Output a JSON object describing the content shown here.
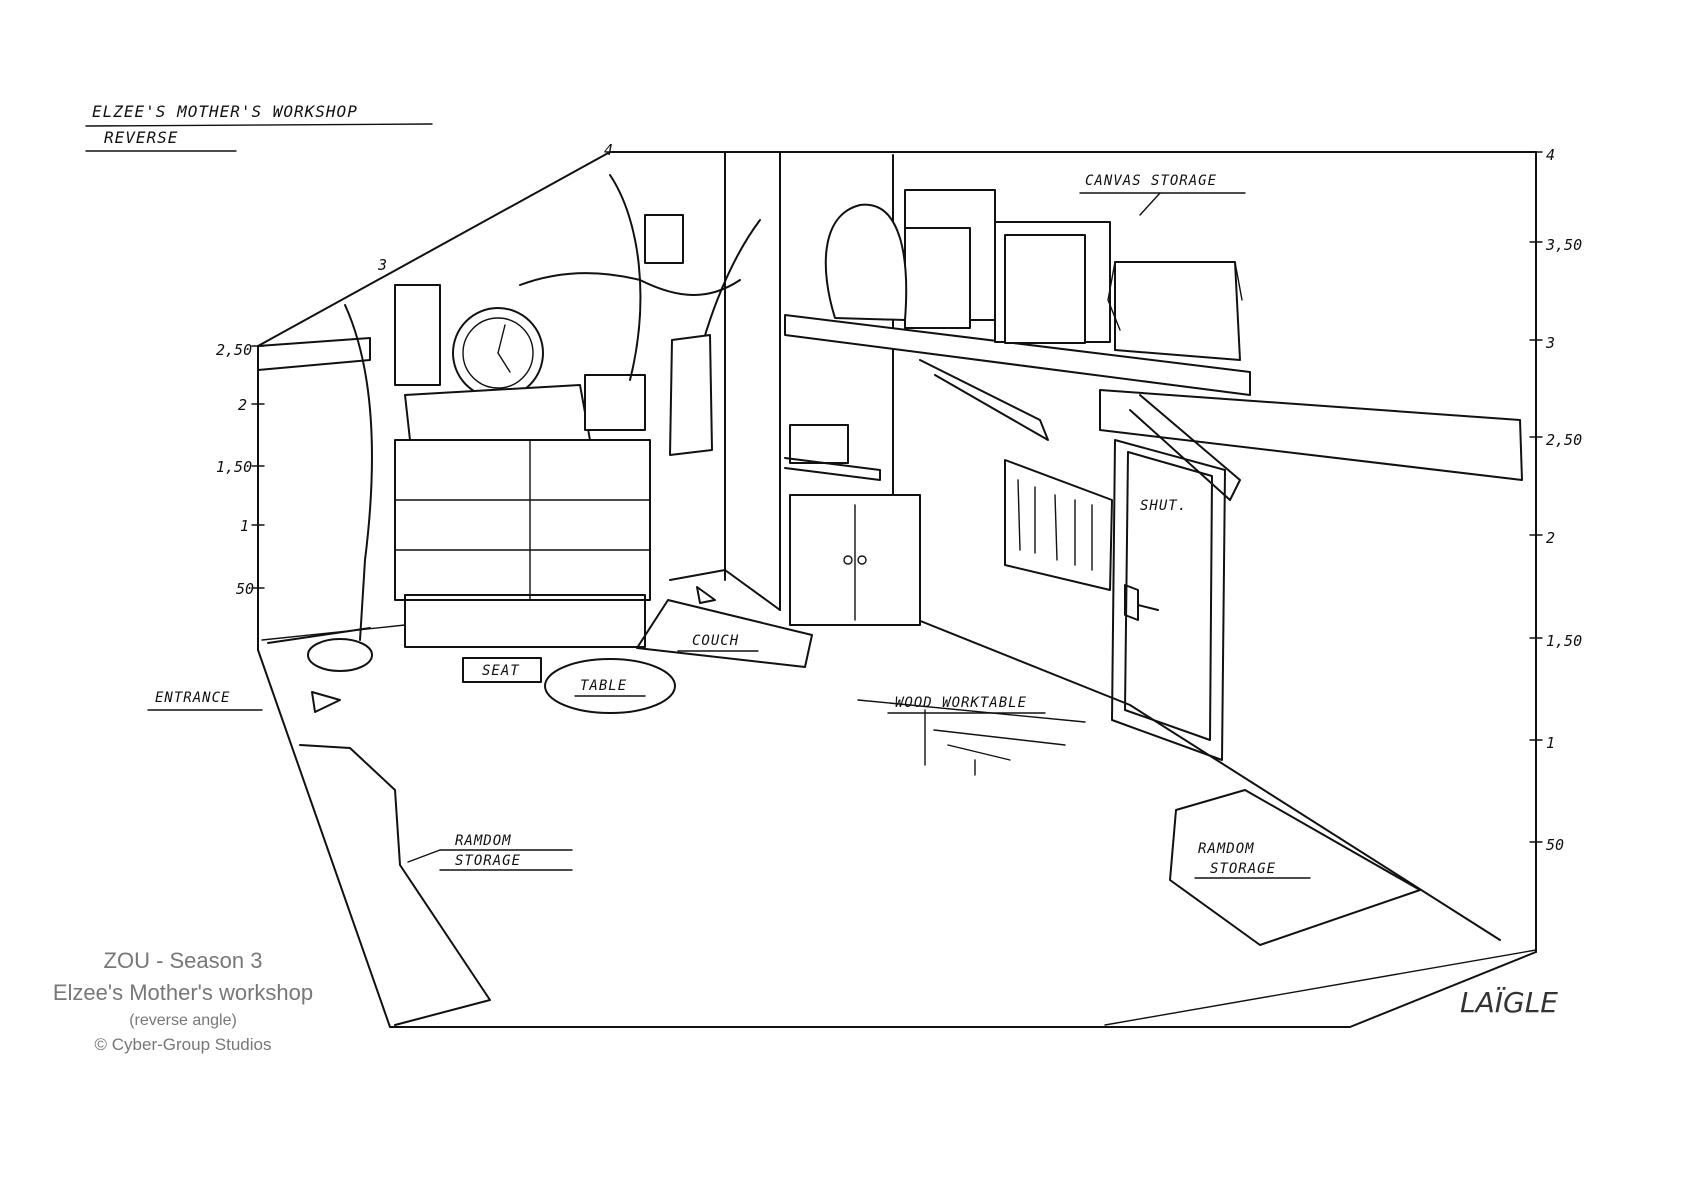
{
  "header": {
    "title": "ELZEE'S MOTHER'S WORKSHOP",
    "subtitle": "REVERSE"
  },
  "labels": {
    "canvas_storage": "CANVAS STORAGE",
    "shut": "SHUT.",
    "entrance": "ENTRANCE",
    "seat": "SEAT",
    "table": "TABLE",
    "couch": "COUCH",
    "wood_worktable": "WOOD WORKTABLE",
    "random_storage_left": [
      "RAMDOM",
      "STORAGE"
    ],
    "random_storage_right": [
      "RAMDOM",
      "STORAGE"
    ]
  },
  "scale_left": [
    "2,50",
    "2",
    "1,50",
    "1",
    "50"
  ],
  "scale_right": [
    "4",
    "3,50",
    "3",
    "2,50",
    "2",
    "1,50",
    "1",
    "50"
  ],
  "corner_marks": {
    "top_a": "4",
    "top_b": "3",
    "top_right": "4"
  },
  "credits": {
    "line1": "ZOU - Season 3",
    "line2": "Elzee's Mother's workshop",
    "line3": "(reverse angle)",
    "line4": "© Cyber-Group Studios"
  },
  "signature": "LAÏGLE"
}
